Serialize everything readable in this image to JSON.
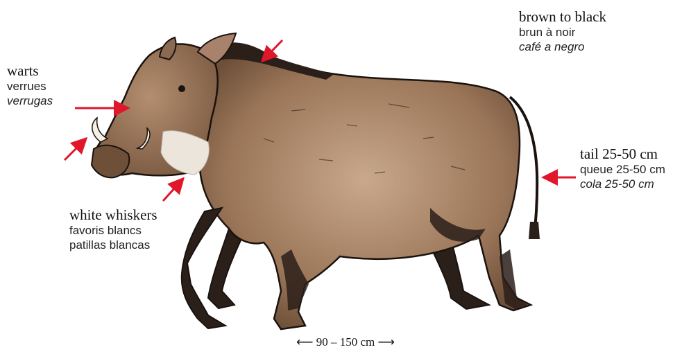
{
  "colors": {
    "arrow": "#e0162b",
    "body": "#9a7558",
    "body_light": "#c7a486",
    "legs_dark": "#2b1f19",
    "outline": "#1a120e",
    "whiskers": "#ece5dc",
    "tusk": "#f5f0e6"
  },
  "labels": {
    "coat": {
      "en": "brown to black",
      "fr": "brun à noir",
      "es": "café a negro"
    },
    "warts": {
      "en": "warts",
      "fr": "verrues",
      "es": "verrugas"
    },
    "tail": {
      "en": "tail 25-50 cm",
      "fr": "queue 25-50 cm",
      "es": "cola 25-50 cm"
    },
    "whiskers": {
      "en": "white whiskers",
      "fr": "favoris blancs",
      "es": "patillas blancas"
    }
  },
  "length": "90 – 150 cm"
}
